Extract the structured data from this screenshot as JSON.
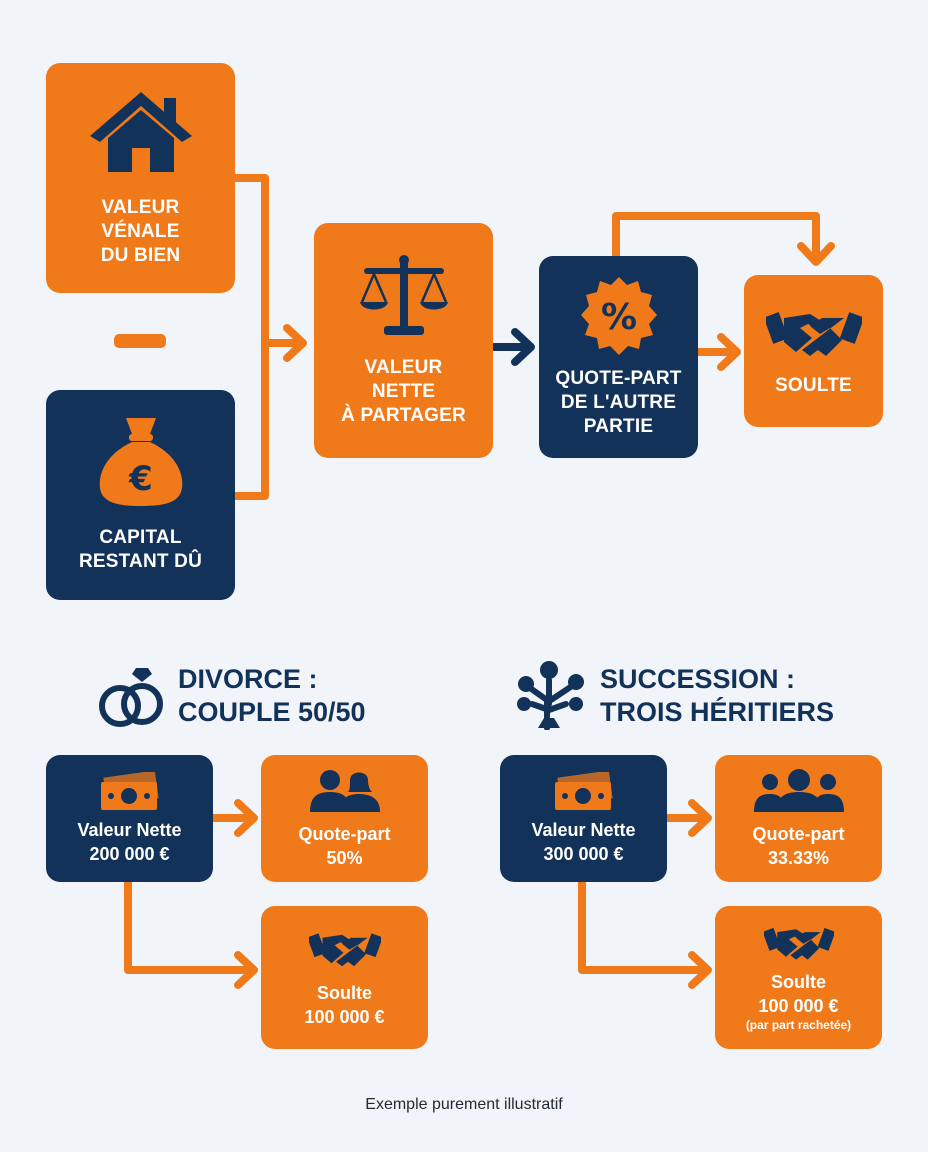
{
  "colors": {
    "orange": "#f07a1a",
    "navy": "#13325a",
    "background": "#f1f4f8"
  },
  "formula": {
    "market_value": {
      "label": "VALEUR\nVÉNALE\nDU BIEN",
      "icon": "house-icon"
    },
    "operator": "minus",
    "remaining_capital": {
      "label": "CAPITAL\nRESTANT DÛ",
      "icon": "euro-money-bag-icon"
    },
    "net_value": {
      "label": "VALEUR\nNETTE\nÀ PARTAGER",
      "icon": "scales-icon"
    },
    "share": {
      "label": "QUOTE-PART\nDE L'AUTRE\nPARTIE",
      "icon": "percent-badge-icon"
    },
    "balance": {
      "label": "SOULTE",
      "icon": "handshake-icon"
    }
  },
  "divorce": {
    "title": "DIVORCE :\nCOUPLE 50/50",
    "icon": "wedding-rings-icon",
    "net_value": {
      "label": "Valeur Nette",
      "amount": "200 000 €",
      "icon": "banknote-icon"
    },
    "share": {
      "label": "Quote-part",
      "value": "50%",
      "icon": "two-people-icon"
    },
    "balance": {
      "label": "Soulte",
      "amount": "100 000 €",
      "icon": "handshake-icon"
    }
  },
  "succession": {
    "title": "SUCCESSION :\nTROIS HÉRITIERS",
    "icon": "family-tree-icon",
    "net_value": {
      "label": "Valeur Nette",
      "amount": "300 000 €",
      "icon": "banknote-icon"
    },
    "share": {
      "label": "Quote-part",
      "value": "33.33%",
      "icon": "three-people-icon"
    },
    "balance": {
      "label": "Soulte",
      "amount": "100 000 €",
      "note": "(par part rachetée)",
      "icon": "handshake-icon"
    }
  },
  "footer": "Exemple purement illustratif"
}
